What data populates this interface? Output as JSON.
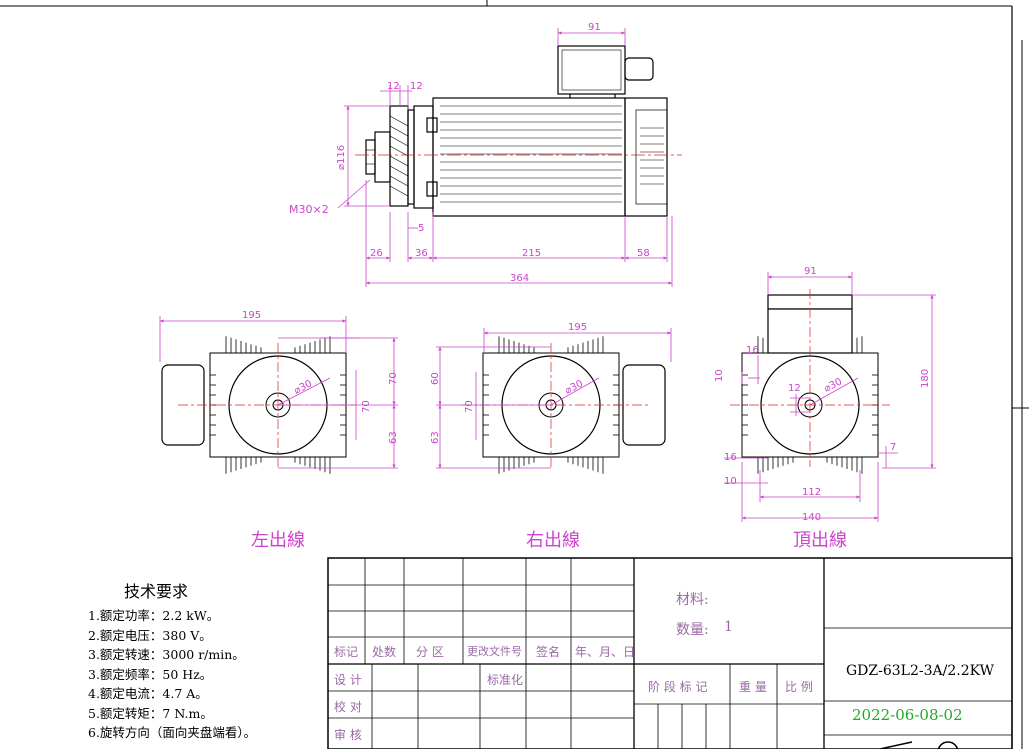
{
  "dims": {
    "d91_top": "91",
    "d12a": "12",
    "d12b": "12",
    "d116": "⌀116",
    "m30": "M30×2",
    "d5": "5",
    "d26": "26",
    "d36": "36",
    "d215": "215",
    "d58": "58",
    "d364": "364",
    "d195": "195",
    "d70": "70",
    "d63": "63",
    "d60": "60",
    "phi30": "⌀30",
    "d16": "16",
    "d10": "10",
    "d180": "180",
    "d7": "7",
    "d112": "112",
    "d140": "140"
  },
  "views": {
    "left": "左出線",
    "right": "右出線",
    "top": "頂出線"
  },
  "tech": {
    "title": "技术要求",
    "items": [
      "1.额定功率：2.2 kW。",
      "2.额定电压：380 V。",
      "3.额定转速：3000 r/min。",
      "3.额定频率：50 Hz。",
      "4.额定电流：4.7 A。",
      "5.额定转矩：7 N.m。",
      "6.旋转方向（面向夹盘端看）。"
    ]
  },
  "title_block": {
    "biaoji": "标记",
    "chushu": "处数",
    "fenqu": "分 区",
    "genggai": "更改文件号",
    "qianming": "签名",
    "nianyueri": "年、月、日",
    "sheji": "设 计",
    "biaozhunhua": "标准化",
    "jiaodui": "校 对",
    "shenhe": "审 核",
    "jieduan": "阶 段 标 记",
    "zhongliang": "重 量",
    "bili": "比 例",
    "material_label": "材料:",
    "quantity_label": "数量:",
    "quantity_value": "1",
    "model": "GDZ-63L2-3A/2.2KW",
    "date": "2022-06-08-02"
  }
}
